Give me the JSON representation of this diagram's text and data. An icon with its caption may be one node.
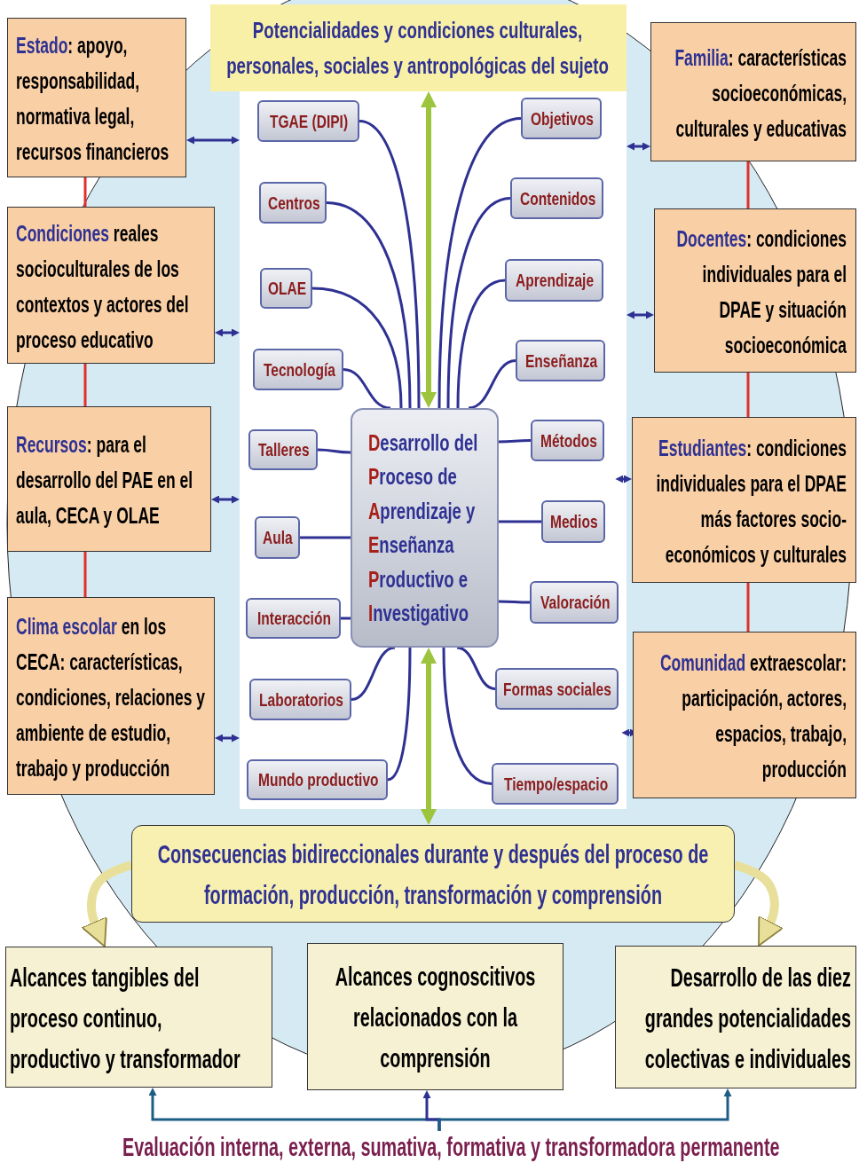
{
  "diagram": {
    "nodes": [
      {
        "text": [
          "**Estado**: apoyo, responsabilidad, normativa legal, recursos financieros"
        ]
      },
      {
        "text": [
          "Potencialidades y condiciones culturales, personales, sociales y antropológicas del sujeto"
        ]
      },
      {
        "text": [
          "**Familia**: características socioeconómicas, culturales y educativas"
        ]
      },
      {
        "text": [
          "**Condiciones** reales socioculturales de los contextos y actores del proceso educativo"
        ]
      },
      {
        "text": [
          "**Docentes**: condiciones individuales para el DPAE y situación socioeconómica"
        ]
      },
      {
        "text": [
          "**Recursos**: para el desarrollo del PAE en el aula, CECA y OLAE"
        ]
      },
      {
        "text": [
          "**Estudiantes**: condiciones individuales para el DPAE más factores socio- económicos y culturales"
        ]
      },
      {
        "text": [
          "**Clima escolar** en los CECA: características, condiciones, relaciones y ambiente de estudio, trabajo y producción"
        ]
      },
      {
        "text": [
          "**Comunidad** extraescolar: participación, actores, espacios, trabajo, producción"
        ]
      },
      {
        "text": [],
        "shape": "box"
      },
      {
        "text": [
          "**D**esarrollo del **P**roceso de **A**prendizaje y **E**nseñanza **P**roductivo e **I**nvestigativo"
        ],
        "in": 9
      },
      {
        "text": [
          "TGAE (DIPI)"
        ],
        "in": 9
      },
      {
        "text": [
          "Centros"
        ],
        "in": 9
      },
      {
        "text": [
          "OLAE"
        ],
        "in": 9
      },
      {
        "text": [
          "Tecnología"
        ],
        "in": 9
      },
      {
        "text": [
          "Talleres"
        ],
        "in": 9
      },
      {
        "text": [
          "Aula"
        ],
        "in": 9
      },
      {
        "text": [
          "Interacción"
        ],
        "in": 9
      },
      {
        "text": [
          "Laboratorios"
        ],
        "in": 9
      },
      {
        "text": [
          "Mundo productivo"
        ],
        "in": 9
      },
      {
        "text": [
          "Objetivos"
        ],
        "in": 9
      },
      {
        "text": [
          "Contenidos"
        ],
        "in": 9
      },
      {
        "text": [
          "Aprendizaje"
        ],
        "in": 9
      },
      {
        "text": [
          "Enseñanza"
        ],
        "in": 9
      },
      {
        "text": [
          "Métodos"
        ],
        "in": 9
      },
      {
        "text": [
          "Medios"
        ],
        "in": 9
      },
      {
        "text": [
          "Valoración"
        ],
        "in": 9
      },
      {
        "text": [
          "Formas sociales"
        ],
        "in": 9
      },
      {
        "text": [
          "Tiempo/espacio"
        ],
        "in": 9
      },
      {
        "text": [
          "Consecuencias bidireccionales durante y después del proceso de formación, producción, transformación y comprensión"
        ]
      },
      {
        "text": [
          "Alcances tangibles del proceso continuo, productivo y transformador"
        ]
      },
      {
        "text": [
          "Alcances cognoscitivos relacionados con la comprensión"
        ]
      },
      {
        "text": [
          "Desarrollo de las diez grandes potencialidades colectivas e individuales"
        ]
      },
      {
        "text": [
          "Evaluación interna, externa, sumativa, formativa y transformadora permanente"
        ]
      }
    ],
    "edges": [
      {
        "from": 10,
        "to": 11,
        "arrow": "none"
      },
      {
        "from": 10,
        "to": 12,
        "arrow": "none"
      },
      {
        "from": 10,
        "to": 13,
        "arrow": "none"
      },
      {
        "from": 10,
        "to": 14,
        "arrow": "none"
      },
      {
        "from": 10,
        "to": 15,
        "arrow": "none"
      },
      {
        "from": 10,
        "to": 16,
        "arrow": "none"
      },
      {
        "from": 10,
        "to": 17,
        "arrow": "none"
      },
      {
        "from": 10,
        "to": 18,
        "arrow": "none"
      },
      {
        "from": 10,
        "to": 19,
        "arrow": "none"
      },
      {
        "from": 10,
        "to": 20,
        "arrow": "none"
      },
      {
        "from": 10,
        "to": 21,
        "arrow": "none"
      },
      {
        "from": 10,
        "to": 22,
        "arrow": "none"
      },
      {
        "from": 10,
        "to": 23,
        "arrow": "none"
      },
      {
        "from": 10,
        "to": 24,
        "arrow": "none"
      },
      {
        "from": 10,
        "to": 25,
        "arrow": "none"
      },
      {
        "from": 10,
        "to": 26,
        "arrow": "none"
      },
      {
        "from": 10,
        "to": 27,
        "arrow": "none"
      },
      {
        "from": 10,
        "to": 28,
        "arrow": "none"
      },
      {
        "from": 1,
        "to": 10,
        "arrow": "both",
        "style": "thick",
        "color": "#9cc43c"
      },
      {
        "from": 10,
        "to": 29,
        "arrow": "both",
        "style": "thick",
        "color": "#9cc43c"
      },
      {
        "from": 0,
        "to": 9,
        "arrow": "both"
      },
      {
        "from": 3,
        "to": 9,
        "arrow": "both"
      },
      {
        "from": 5,
        "to": 9,
        "arrow": "both"
      },
      {
        "from": 7,
        "to": 9,
        "arrow": "both"
      },
      {
        "from": 2,
        "to": 9,
        "arrow": "both"
      },
      {
        "from": 4,
        "to": 9,
        "arrow": "both"
      },
      {
        "from": 6,
        "to": 9,
        "arrow": "both"
      },
      {
        "from": 8,
        "to": 9,
        "arrow": "both"
      },
      {
        "from": 0,
        "to": 3,
        "arrow": "none",
        "color": "#e0302a"
      },
      {
        "from": 3,
        "to": 5,
        "arrow": "none",
        "color": "#e0302a"
      },
      {
        "from": 5,
        "to": 7,
        "arrow": "none",
        "color": "#e0302a"
      },
      {
        "from": 2,
        "to": 4,
        "arrow": "none",
        "color": "#e0302a"
      },
      {
        "from": 4,
        "to": 6,
        "arrow": "none",
        "color": "#e0302a"
      },
      {
        "from": 6,
        "to": 8,
        "arrow": "none",
        "color": "#e0302a"
      },
      {
        "from": 29,
        "to": 30,
        "arrow": "to",
        "style": "thick",
        "color": "#e8df9a"
      },
      {
        "from": 29,
        "to": 32,
        "arrow": "to",
        "style": "thick",
        "color": "#e8df9a"
      },
      {
        "from": 33,
        "to": 30,
        "arrow": "to",
        "color": "#1c5e86"
      },
      {
        "from": 33,
        "to": 31,
        "arrow": "to"
      },
      {
        "from": 33,
        "to": 32,
        "arrow": "to",
        "color": "#1c5e86"
      }
    ]
  }
}
